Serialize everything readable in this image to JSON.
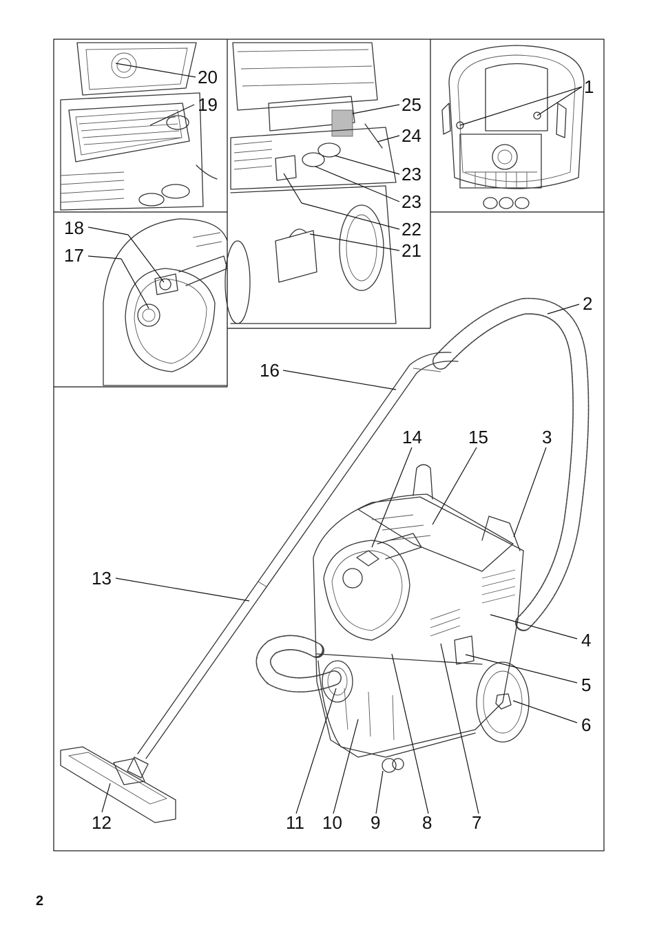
{
  "page_number": "2",
  "callouts": {
    "c1": "1",
    "c2": "2",
    "c3": "3",
    "c4": "4",
    "c5": "5",
    "c6": "6",
    "c7": "7",
    "c8": "8",
    "c9": "9",
    "c10": "10",
    "c11": "11",
    "c12": "12",
    "c13": "13",
    "c14": "14",
    "c15": "15",
    "c16": "16",
    "c17": "17",
    "c18": "18",
    "c19": "19",
    "c20": "20",
    "c21": "21",
    "c22": "22",
    "c23a": "23",
    "c23b": "23",
    "c24": "24",
    "c25": "25"
  }
}
